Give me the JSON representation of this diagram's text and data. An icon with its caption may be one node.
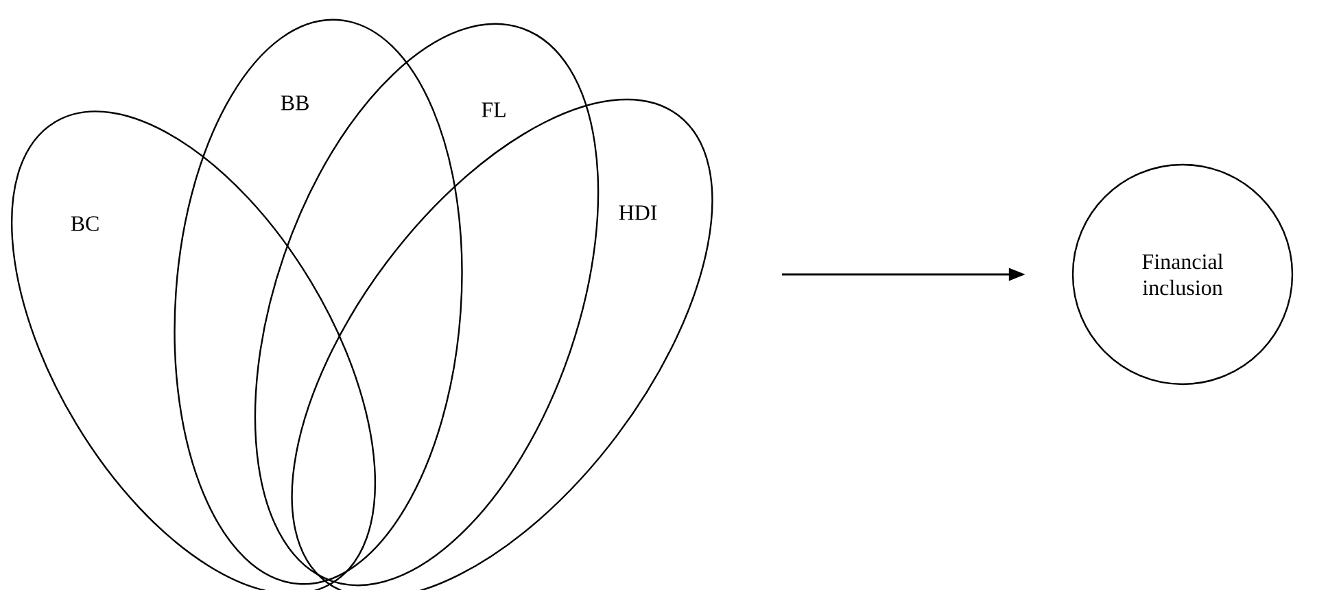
{
  "diagram": {
    "nodes": [
      {
        "text": [
          "BC"
        ]
      },
      {
        "text": [
          "BB"
        ]
      },
      {
        "text": [
          "FL"
        ]
      },
      {
        "text": [
          "HDI"
        ]
      },
      {
        "text": [
          "Financial inclusion"
        ]
      }
    ],
    "edges": [
      {
        "from": null,
        "to": 4,
        "arrow": "to"
      }
    ]
  }
}
